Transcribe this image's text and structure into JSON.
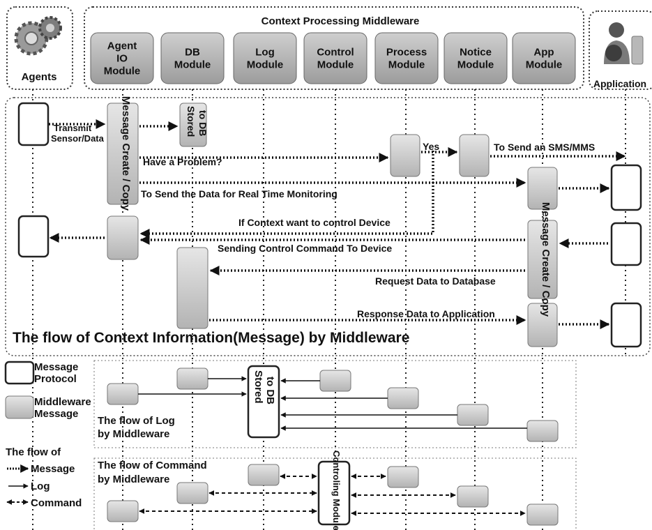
{
  "groups": {
    "agents": "Agents",
    "middleware": "Context Processing Middleware",
    "application": "Application"
  },
  "modules": [
    {
      "key": "agent_io",
      "lines": [
        "Agent",
        "IO",
        "Module"
      ]
    },
    {
      "key": "db",
      "lines": [
        "DB",
        "Module"
      ]
    },
    {
      "key": "log",
      "lines": [
        "Log",
        "Module"
      ]
    },
    {
      "key": "control",
      "lines": [
        "Control",
        "Module"
      ]
    },
    {
      "key": "process",
      "lines": [
        "Process",
        "Module"
      ]
    },
    {
      "key": "notice",
      "lines": [
        "Notice",
        "Module"
      ]
    },
    {
      "key": "app",
      "lines": [
        "App",
        "Module"
      ]
    }
  ],
  "flow": {
    "transmit": [
      "Transmit",
      "Sensor/Data"
    ],
    "message_create_copy": "Message Create / Copy",
    "stored_to_db": [
      "Stored",
      "to DB"
    ],
    "have_problem": "Have a Problem?",
    "yes": "Yes",
    "sms": "To Send an SMS/MMS",
    "realtime": "To Send the Data for Real Time Monitoring",
    "context_control": "If Context want to control Device",
    "control_command": "Sending Control Command To Device",
    "request_data": "Request Data to Database",
    "response_data": "Response Data to Application",
    "title": "The flow of Context Information(Message) by Middleware"
  },
  "legend": {
    "message_protocol": [
      "Message",
      "Protocol"
    ],
    "middleware_message": [
      "Middleware",
      "Message"
    ],
    "flow_of": "The flow of",
    "message": "Message",
    "log": "Log",
    "command": "Command"
  },
  "log_section": {
    "title": [
      "The flow of Log",
      "by Middleware"
    ],
    "stored_to_db": [
      "Stored",
      "to DB"
    ]
  },
  "command_section": {
    "title": [
      "The flow of Command",
      "by Middleware"
    ],
    "controlling": "Controling Modules"
  }
}
